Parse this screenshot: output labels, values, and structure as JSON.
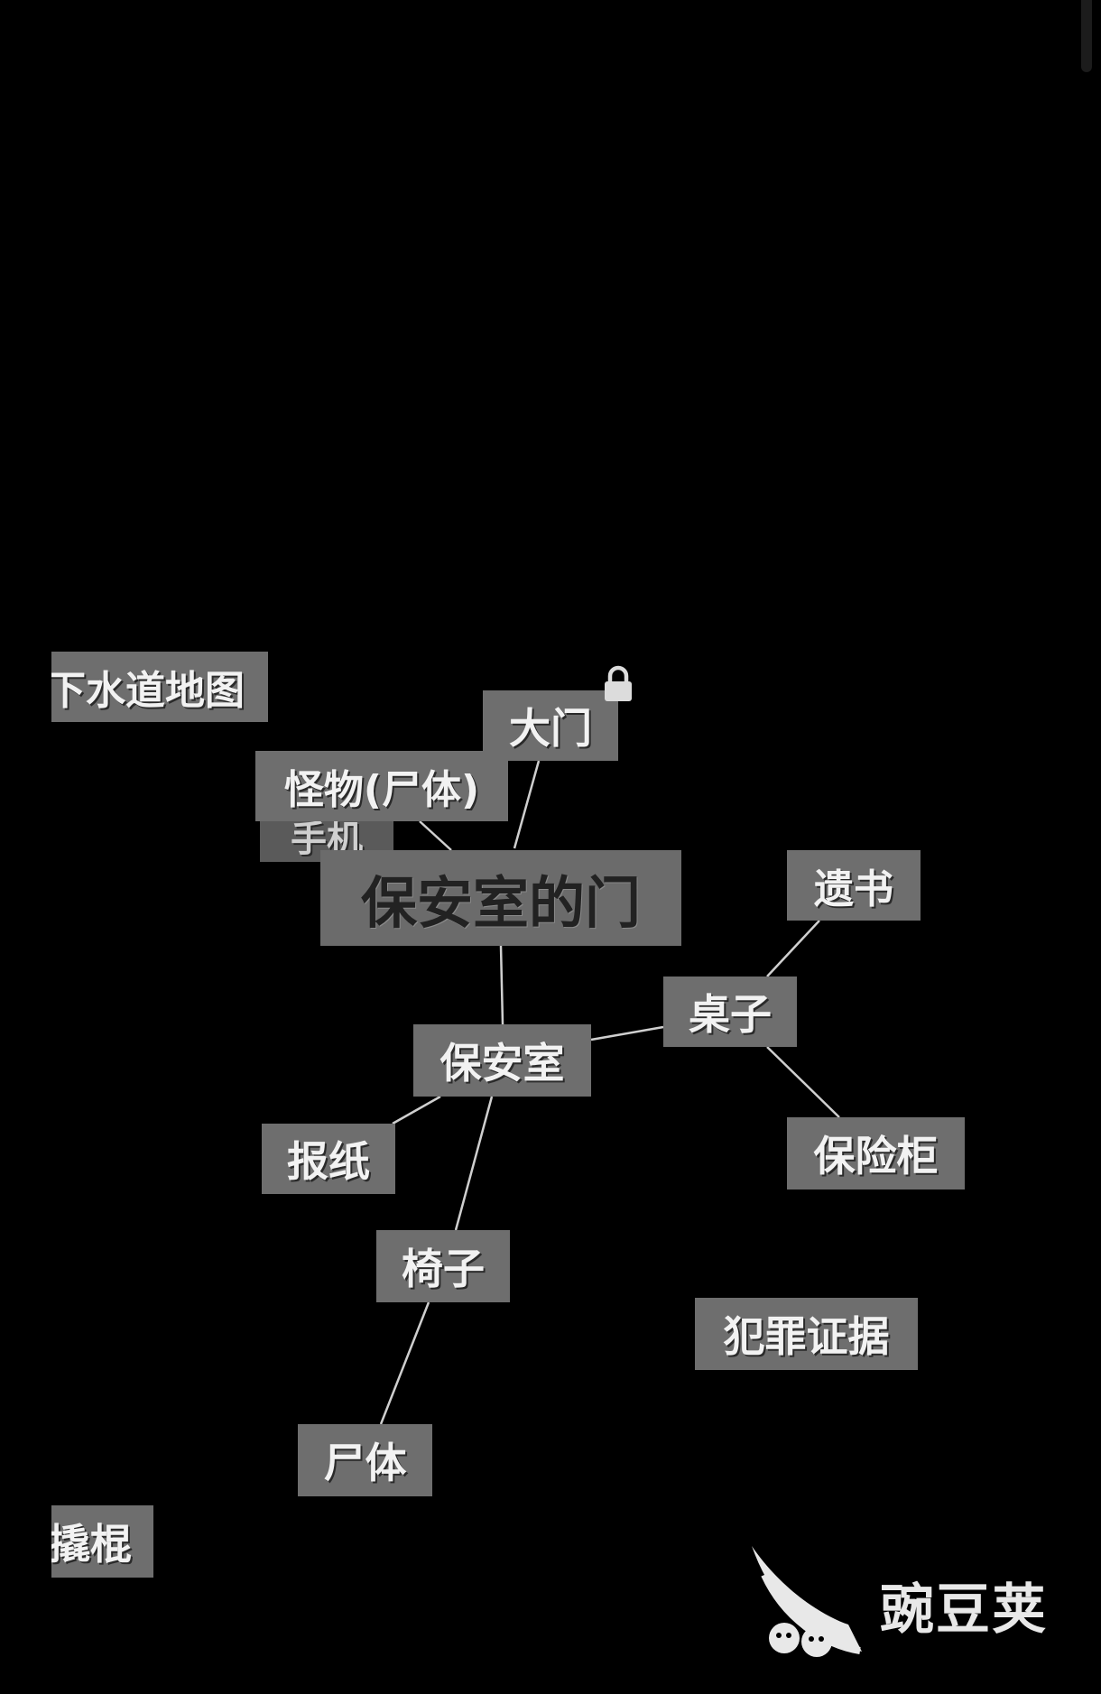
{
  "nodes": {
    "sewer_map": "下水道地图",
    "main_gate": "大门",
    "monster": "怪物(尸体)",
    "hidden_under_monster": "手机",
    "security_room_door": "保安室的门",
    "suicide_note": "遗书",
    "desk": "桌子",
    "security_room": "保安室",
    "newspaper": "报纸",
    "safe": "保险柜",
    "chair": "椅子",
    "crime_evidence": "犯罪证据",
    "corpse": "尸体",
    "crowbar": "撬棍"
  },
  "icons": {
    "lock": "lock-icon",
    "watermark_logo": "pea-pod-logo-icon"
  },
  "watermark": {
    "text": "豌豆荚"
  },
  "colors": {
    "background": "#000000",
    "node_fill": "#6e6e6e",
    "node_text": "#f2f2f2",
    "link": "#cfcfcf"
  }
}
